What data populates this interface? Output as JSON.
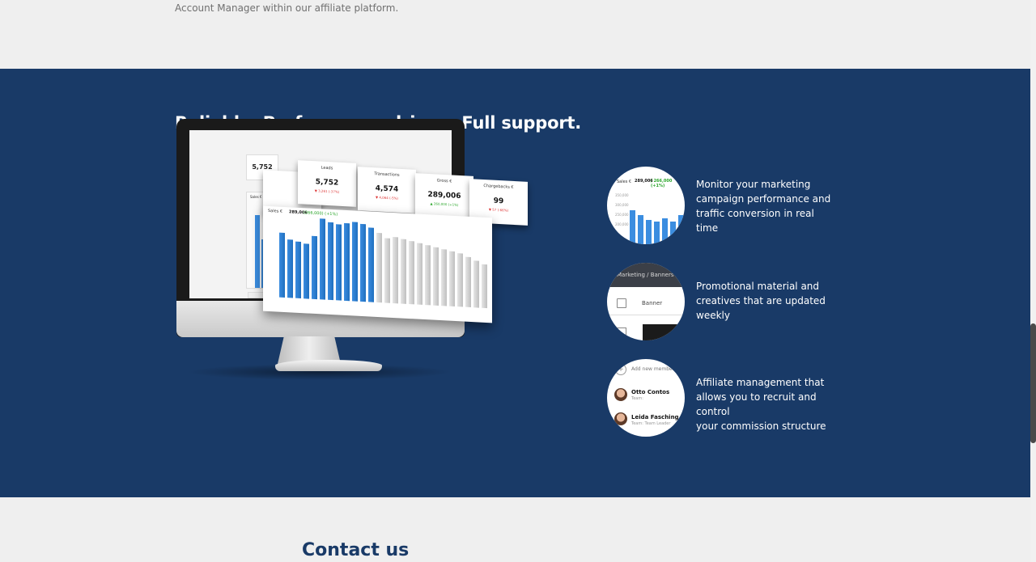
{
  "intro": {
    "text": "Account Manager within our affiliate platform."
  },
  "section": {
    "title": "Reliable. Performance driven. Full support."
  },
  "dashboard_cards": [
    {
      "label": "Leads",
      "value": "5,752",
      "delta": "▼ 3,261 (-37%)",
      "trend": "down"
    },
    {
      "label": "Transactions",
      "value": "4,574",
      "delta": "▼ 4,064 (-5%)",
      "trend": "down"
    },
    {
      "label": "Gross €",
      "value": "289,006",
      "delta": "▲ 260,000 (+1%)",
      "trend": "up"
    },
    {
      "label": "Chargebacks €",
      "value": "99",
      "delta": "▼ 57 (-66%)",
      "trend": "down"
    }
  ],
  "dashboard_chart": {
    "label": "Sales €",
    "value": "289,006",
    "delta": "(266,000) (+1%)"
  },
  "monitor_screen": {
    "stat_value": "5,752",
    "sales_label": "Sales €"
  },
  "features": [
    {
      "text_lines": [
        "Monitor your marketing",
        "campaign performance and",
        "traffic conversion in real time"
      ],
      "preview": {
        "label": "Sales €",
        "value": "289,006",
        "delta": "/ 266,000 (+1%)",
        "ticks": [
          "350,000",
          "300,000",
          "250,000",
          "200,000"
        ]
      }
    },
    {
      "text_lines": [
        "Promotional material and",
        "creatives that are updated",
        "weekly"
      ],
      "preview": {
        "breadcrumb": "Marketing / Banners",
        "column": "Banner"
      }
    },
    {
      "text_lines": [
        "Affiliate management that",
        "allows you to recruit and control",
        "your commission structure"
      ],
      "preview": {
        "add_label": "Add new member",
        "members": [
          {
            "name": "Otto Contos",
            "team": "Team:"
          },
          {
            "name": "Leida Fasching",
            "team": "Team: Team Leader"
          }
        ]
      }
    }
  ],
  "contact": {
    "title": "Contact us"
  },
  "colors": {
    "band": "#193a67",
    "accent": "#3b8de0",
    "page": "#efefef"
  }
}
